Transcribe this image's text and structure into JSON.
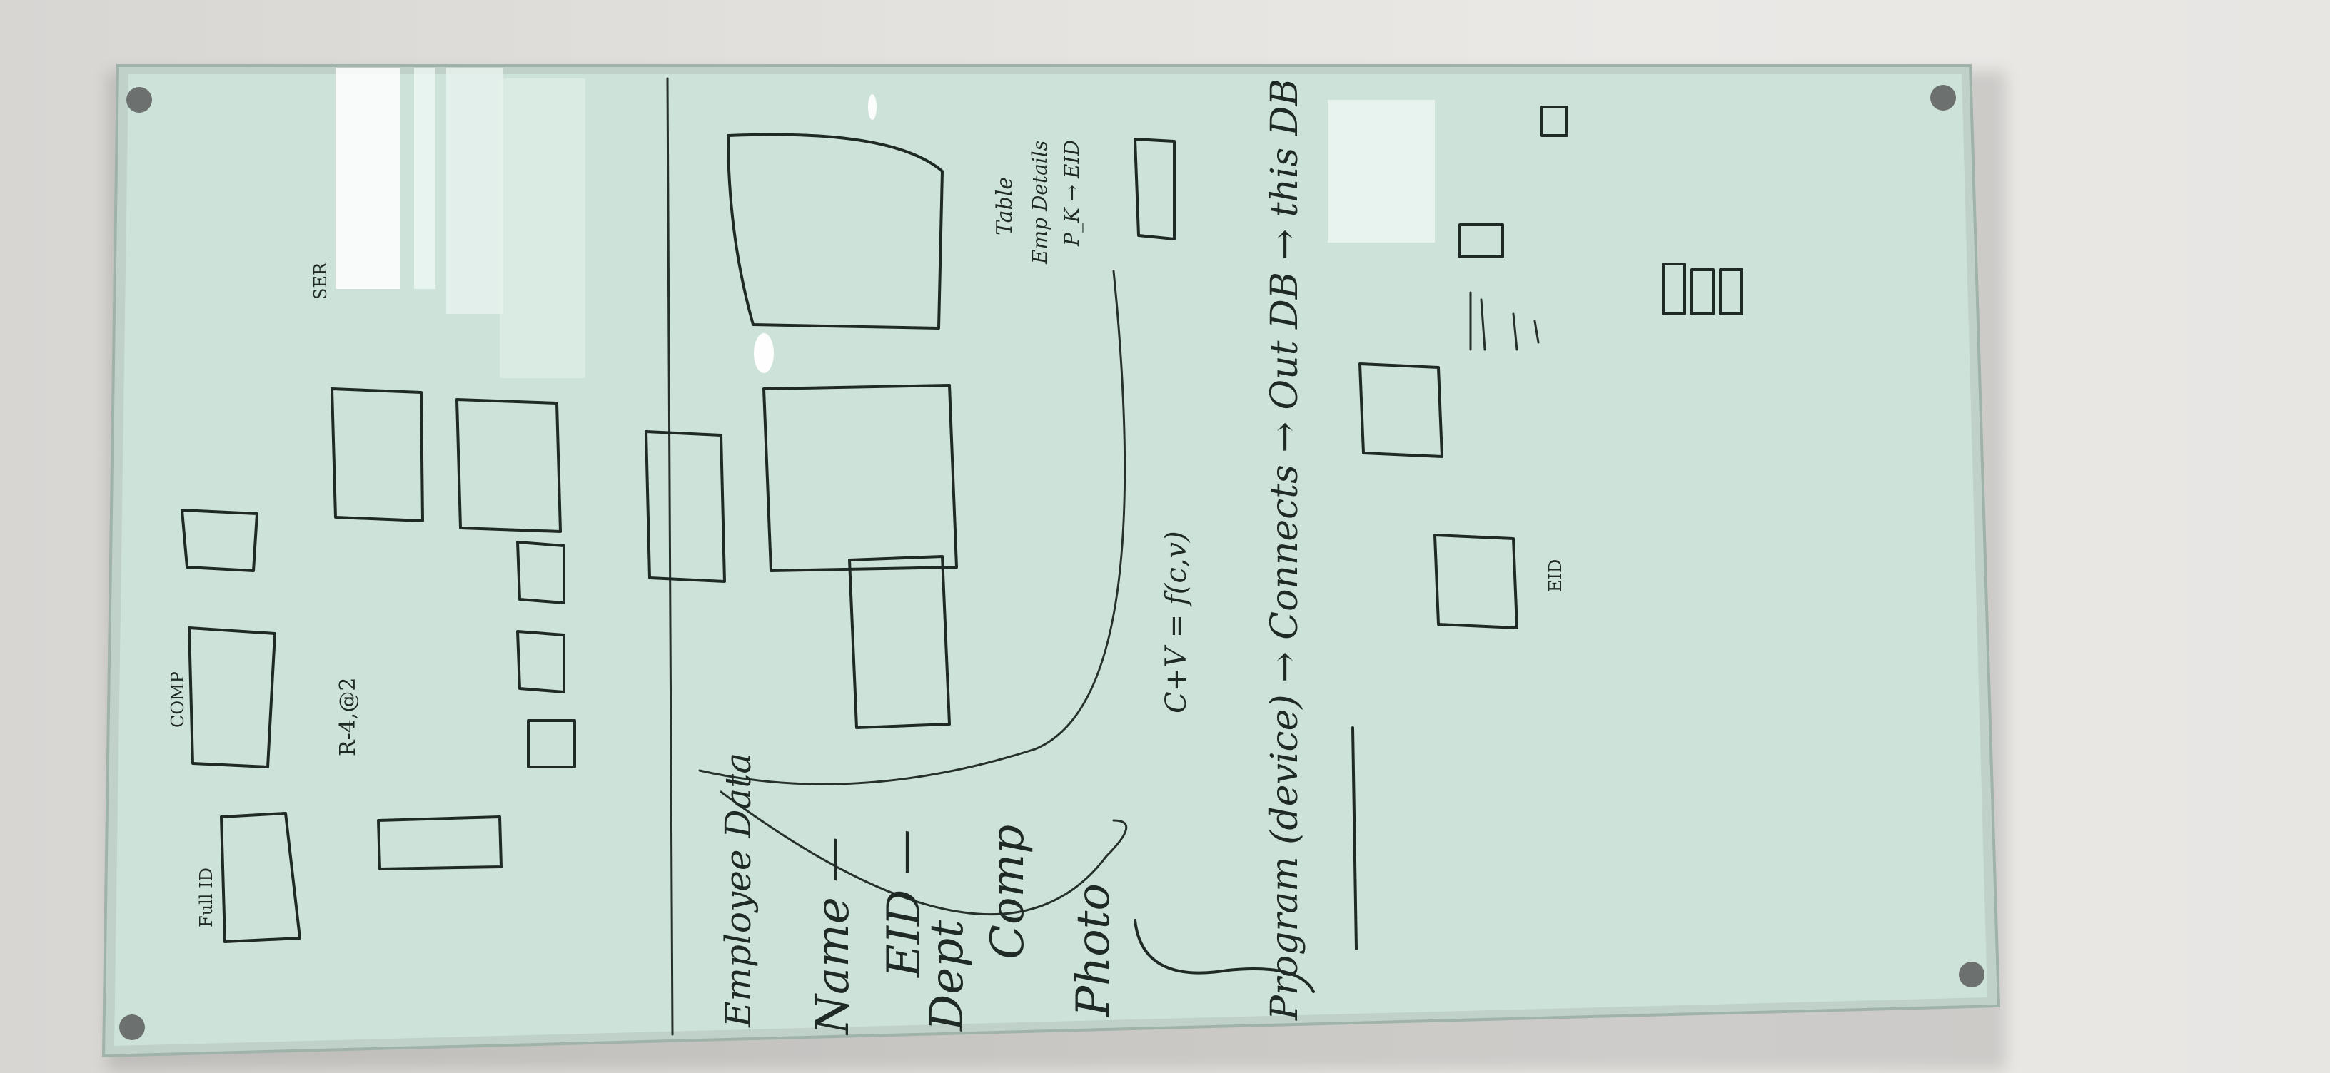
{
  "board": {
    "frame_color": "#c7d3cd",
    "surface_color": "#cfe3da",
    "ink_color": "#1f2a26",
    "glare_color": "#ffffff"
  },
  "notes": {
    "employee_data": "Employee Data",
    "name": "Name —",
    "eid": "EID —",
    "dept": "Dept",
    "comp": "Comp",
    "photo": "Photo",
    "program_flow": "Program (device) → Connects → Out DB → this DB",
    "table_label": "Table",
    "emp_details": "Emp Details",
    "pk_eid": "P_K → EID",
    "formula": "C+V = f(c,v)",
    "comp_label": "COMP",
    "full_id": "Full ID",
    "r_label": "R-4,@2",
    "ser_label": "SER",
    "eid_small": "EID"
  }
}
